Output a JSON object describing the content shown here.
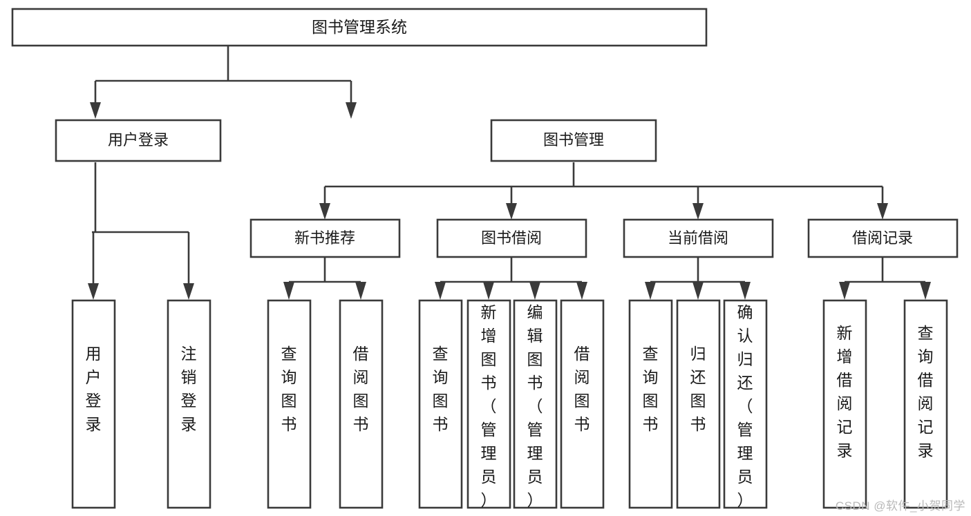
{
  "diagram": {
    "type": "tree-hierarchy",
    "title": "图书管理系统",
    "root": {
      "label": "图书管理系统",
      "orientation": "horizontal"
    },
    "level2": [
      {
        "label": "用户登录",
        "orientation": "horizontal"
      },
      {
        "label": "图书管理",
        "orientation": "horizontal"
      }
    ],
    "level3": [
      {
        "label": "新书推荐",
        "orientation": "horizontal"
      },
      {
        "label": "图书借阅",
        "orientation": "horizontal"
      },
      {
        "label": "当前借阅",
        "orientation": "horizontal"
      },
      {
        "label": "借阅记录",
        "orientation": "horizontal"
      }
    ],
    "leaves": {
      "user_login": [
        {
          "label": "用户登录",
          "orientation": "vertical"
        },
        {
          "label": "注销登录",
          "orientation": "vertical"
        }
      ],
      "new_book_recommend": [
        {
          "label": "查询图书",
          "orientation": "vertical"
        },
        {
          "label": "借阅图书",
          "orientation": "vertical"
        }
      ],
      "book_borrow": [
        {
          "label": "查询图书",
          "orientation": "vertical"
        },
        {
          "label": "新增图书（管理员）",
          "orientation": "vertical"
        },
        {
          "label": "编辑图书（管理员）",
          "orientation": "vertical"
        },
        {
          "label": "借阅图书",
          "orientation": "vertical"
        }
      ],
      "current_borrow": [
        {
          "label": "查询图书",
          "orientation": "vertical"
        },
        {
          "label": "归还图书",
          "orientation": "vertical"
        },
        {
          "label": "确认归还（管理员）",
          "orientation": "vertical"
        }
      ],
      "borrow_record": [
        {
          "label": "新增借阅记录",
          "orientation": "vertical"
        },
        {
          "label": "查询借阅记录",
          "orientation": "vertical"
        }
      ]
    },
    "colors": {
      "box_stroke": "#3a3a3a",
      "box_fill": "#ffffff",
      "text": "#1a1a1a",
      "connector": "#3a3a3a",
      "watermark": "#b9b9b9",
      "background": "#ffffff"
    }
  },
  "watermark": {
    "text": "CSDN @软件_小贺同学"
  }
}
